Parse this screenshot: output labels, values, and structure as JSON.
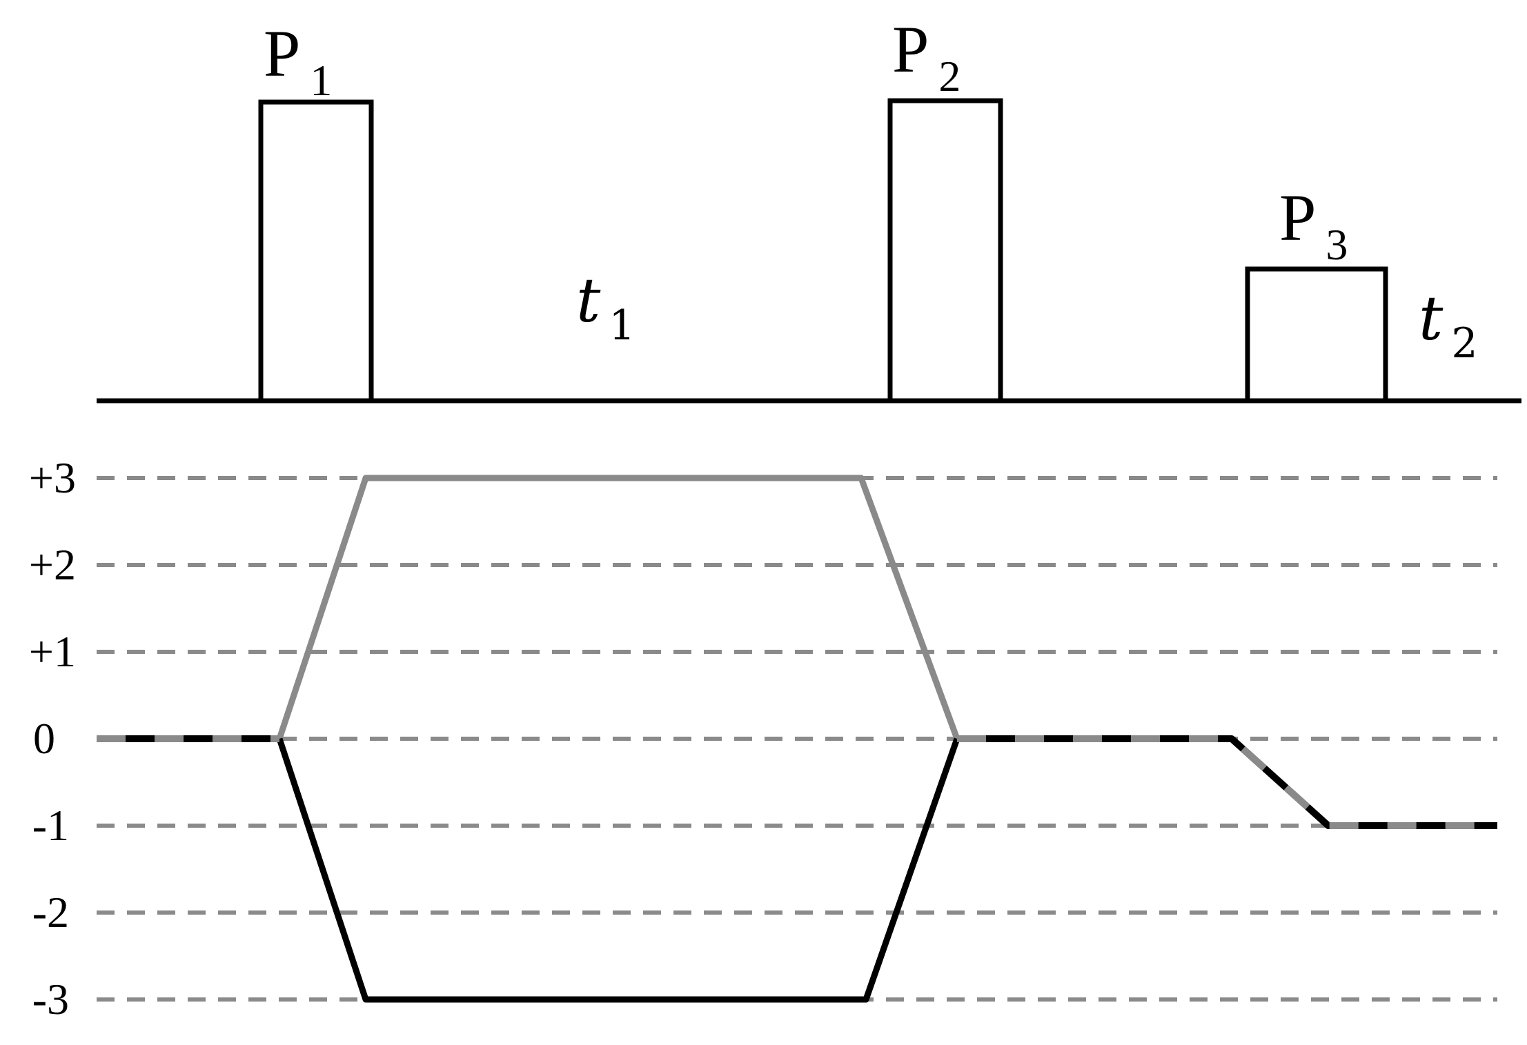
{
  "pulses": [
    {
      "id": "p1",
      "label": "P",
      "subscript": "1"
    },
    {
      "id": "p2",
      "label": "P",
      "subscript": "2"
    },
    {
      "id": "p3",
      "label": "P",
      "subscript": "3"
    }
  ],
  "delays": [
    {
      "id": "t1",
      "label": "t",
      "subscript": "1"
    },
    {
      "id": "t2",
      "label": "t",
      "subscript": "2"
    }
  ],
  "coherence_levels": [
    "+3",
    "+2",
    "+1",
    "0",
    "-1",
    "-2",
    "-3"
  ],
  "pathways": {
    "upper": {
      "color": "#8a8a8a",
      "levels": [
        0,
        0,
        3,
        3,
        0,
        0,
        -1,
        -1
      ]
    },
    "lower": {
      "color": "#000000",
      "levels": [
        0,
        0,
        -3,
        -3,
        0,
        0,
        -1,
        -1
      ]
    }
  },
  "colors": {
    "pulse_stroke": "#000000",
    "level_line": "#8a8a8a"
  }
}
